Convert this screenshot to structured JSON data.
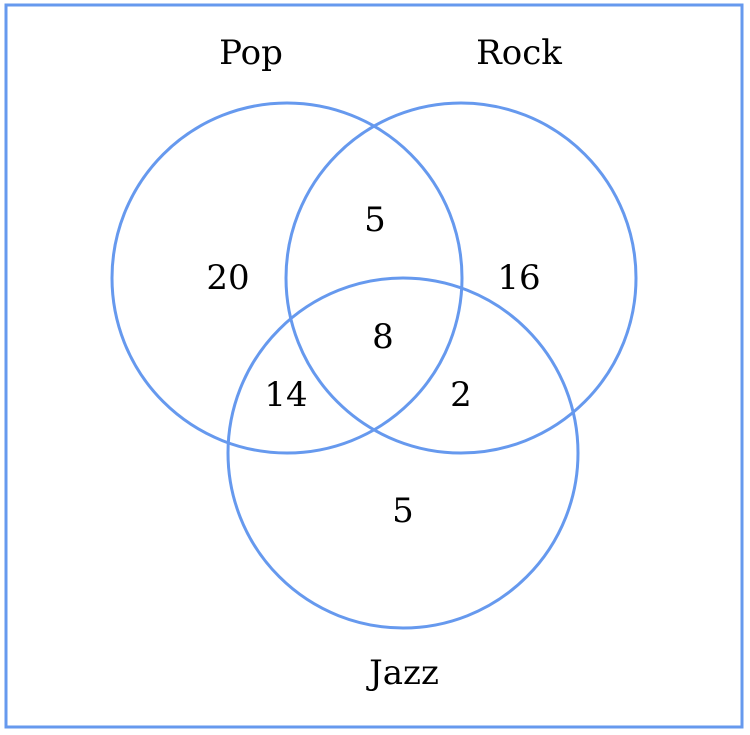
{
  "colors": {
    "stroke": "#6699ee",
    "background": "#ffffff",
    "text": "#000000"
  },
  "sets": {
    "pop": "Pop",
    "rock": "Rock",
    "jazz": "Jazz"
  },
  "regions": {
    "pop_only": "20",
    "rock_only": "16",
    "jazz_only": "5",
    "pop_rock": "5",
    "pop_jazz": "14",
    "rock_jazz": "2",
    "pop_rock_jazz": "8"
  }
}
